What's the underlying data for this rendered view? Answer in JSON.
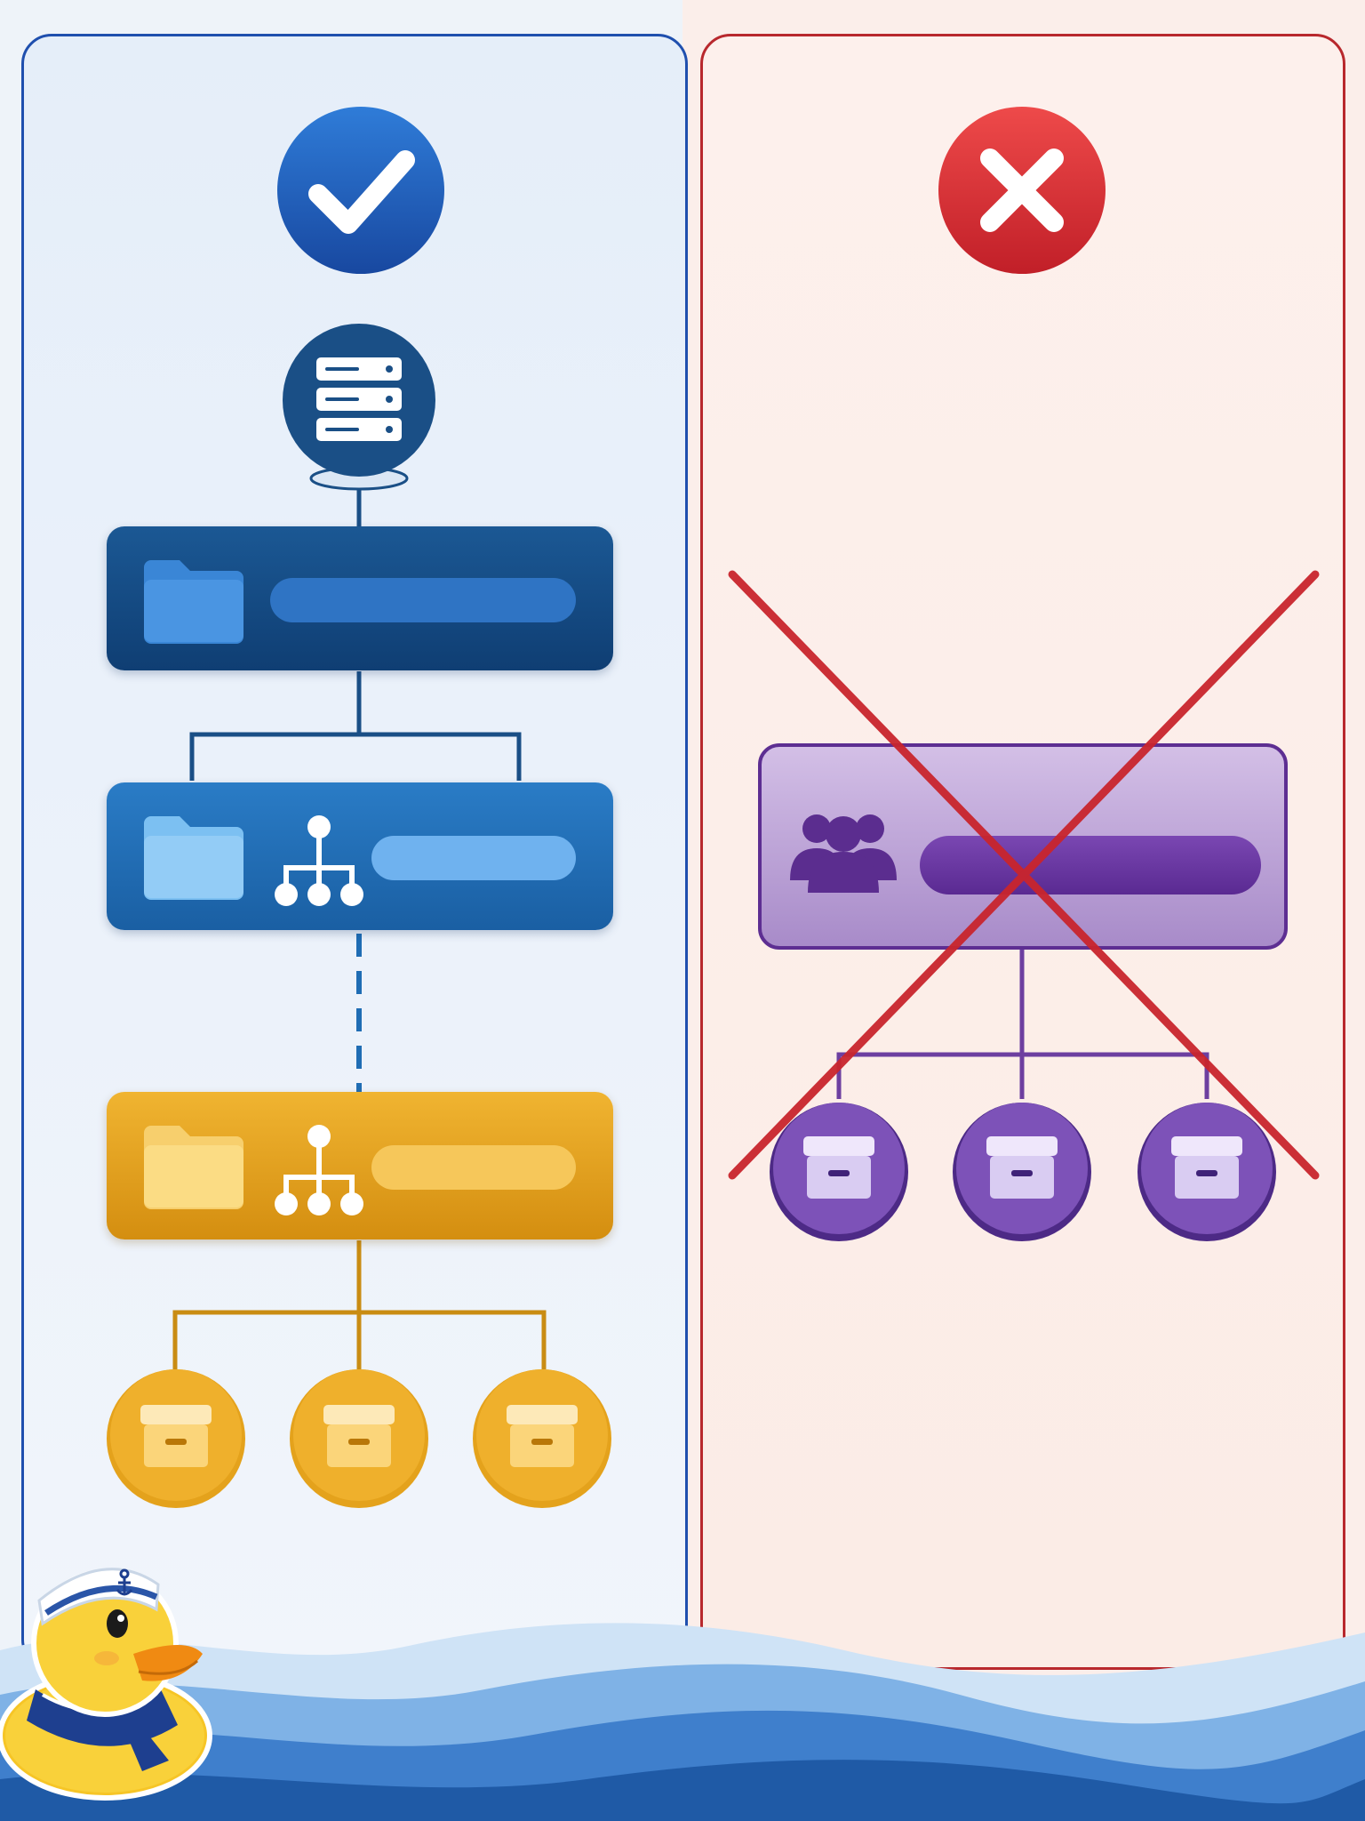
{
  "panels": {
    "correct": {
      "verdict_icon": "checkmark-icon",
      "border_color": "#1f4fae",
      "root_icon": "server-icon",
      "levels": [
        {
          "role": "top-level-folder",
          "icons": [
            "folder-icon"
          ],
          "color": "#134a84"
        },
        {
          "role": "nested-folder",
          "icons": [
            "folder-icon",
            "hierarchy-icon"
          ],
          "color": "#1f6db4"
        },
        {
          "role": "deep-nested-folder",
          "icons": [
            "folder-icon",
            "hierarchy-icon"
          ],
          "color": "#e7a51f"
        }
      ],
      "leaf_icon": "archive-box-icon",
      "leaf_count": 3
    },
    "incorrect": {
      "verdict_icon": "cross-icon",
      "border_color": "#b8282d",
      "group_icon": "users-group-icon",
      "group_color": "#a184c4",
      "leaf_icon": "archive-box-icon",
      "leaf_count": 3,
      "strike_color": "#c9252d"
    }
  },
  "mascot": {
    "icon": "sailor-duck-icon"
  }
}
